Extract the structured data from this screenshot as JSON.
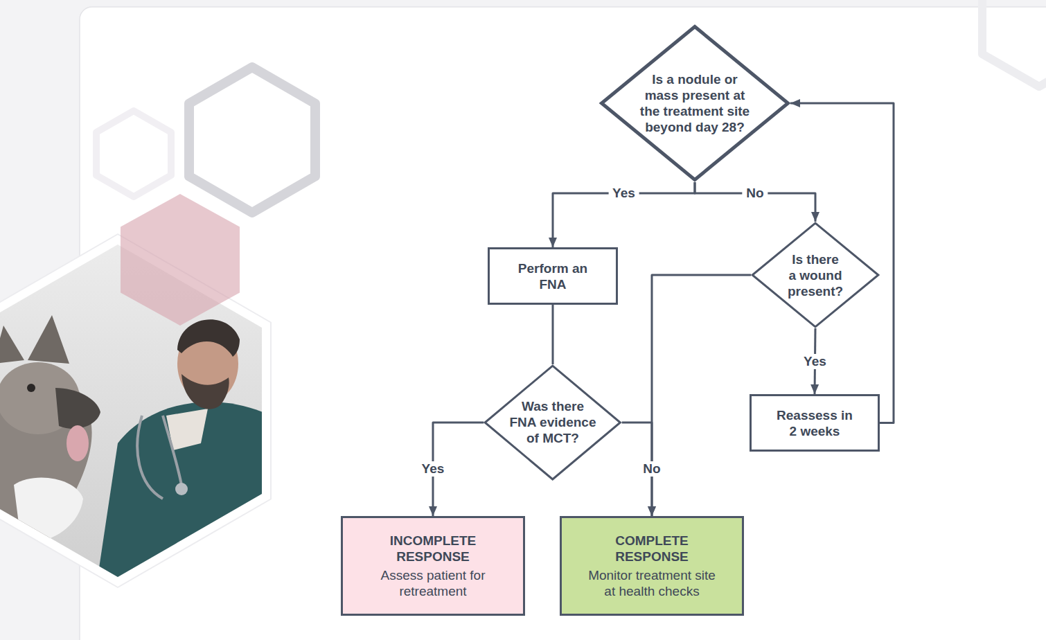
{
  "diagram": {
    "nodes": [
      {
        "text": [
          "Is a nodule or mass present at the treatment site beyond day 28?"
        ]
      },
      {
        "text": [
          "Perform an FNA"
        ]
      },
      {
        "text": [
          "Is there a wound present?"
        ]
      },
      {
        "text": [
          "Was there FNA evidence of MCT?"
        ]
      },
      {
        "text": [
          "Reassess in 2 weeks"
        ]
      },
      {
        "text": [
          "INCOMPLETE RESPONSE",
          "Assess patient for retreatment"
        ]
      },
      {
        "text": [
          "COMPLETE RESPONSE",
          "Monitor treatment site at health checks"
        ]
      }
    ],
    "edges": [
      {
        "from": 0,
        "to": 1,
        "label": "Yes",
        "arrow": "to"
      },
      {
        "from": 0,
        "to": 2,
        "label": "No",
        "arrow": "to"
      },
      {
        "from": 1,
        "to": 3,
        "arrow": "none"
      },
      {
        "from": 3,
        "to": 5,
        "label": "Yes",
        "arrow": "to"
      },
      {
        "from": 3,
        "to": 6,
        "label": "No",
        "arrow": "to"
      },
      {
        "from": 2,
        "to": 6,
        "arrow": "to"
      },
      {
        "from": 2,
        "to": 4,
        "label": "Yes",
        "arrow": "to"
      },
      {
        "from": 4,
        "to": 0,
        "arrow": "to"
      }
    ]
  }
}
